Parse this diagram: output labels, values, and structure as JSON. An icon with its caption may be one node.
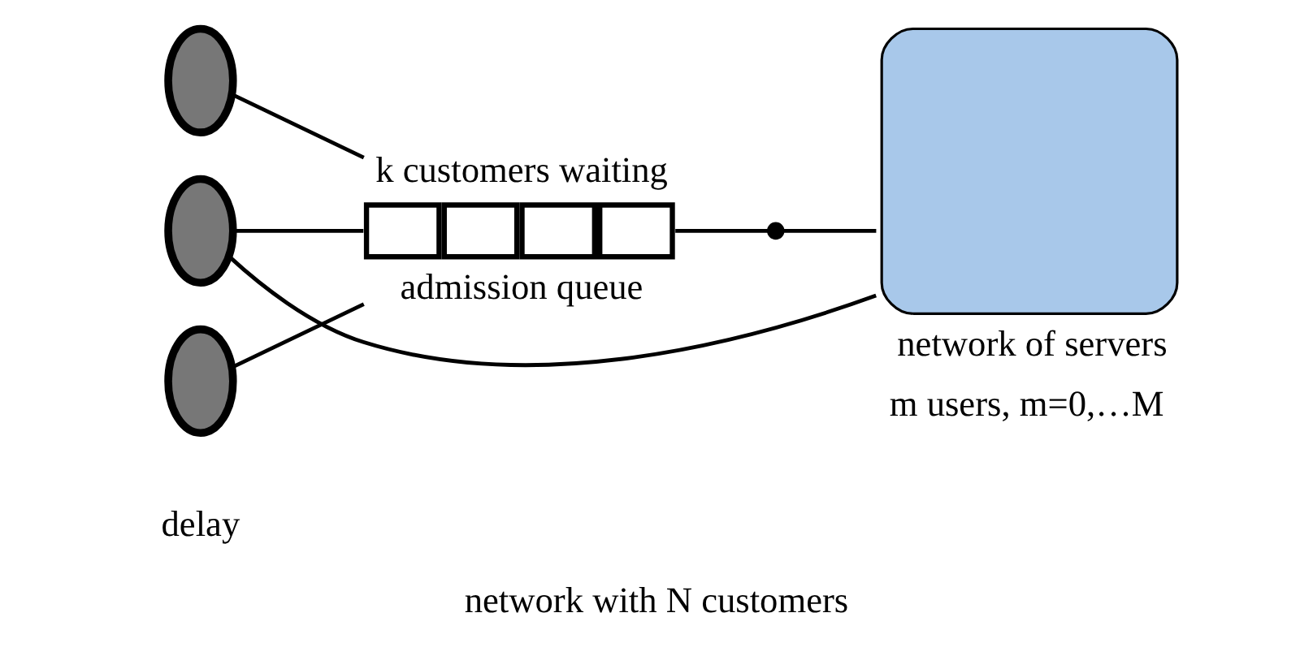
{
  "diagram": {
    "caption": "network with N customers",
    "nodes": [
      {
        "text": [],
        "shape": "ellipse"
      },
      {
        "text": [],
        "shape": "ellipse"
      },
      {
        "text": [],
        "shape": "ellipse"
      },
      {
        "text": [
          "k customers waiting",
          "admission queue"
        ]
      },
      {
        "text": [],
        "shape": "switch"
      },
      {
        "text": [
          "network of servers",
          "m users, m=0,…M"
        ]
      }
    ],
    "edges": [
      {
        "from": 0,
        "to": 3,
        "arrow": "none"
      },
      {
        "from": 1,
        "to": 3,
        "arrow": "none"
      },
      {
        "from": 2,
        "to": 3,
        "arrow": "none"
      },
      {
        "from": 3,
        "to": 4,
        "arrow": "none"
      },
      {
        "from": 4,
        "to": 5,
        "arrow": "none"
      },
      {
        "from": 5,
        "to": 1,
        "arrow": "none"
      }
    ],
    "labels": [
      "delay"
    ]
  }
}
